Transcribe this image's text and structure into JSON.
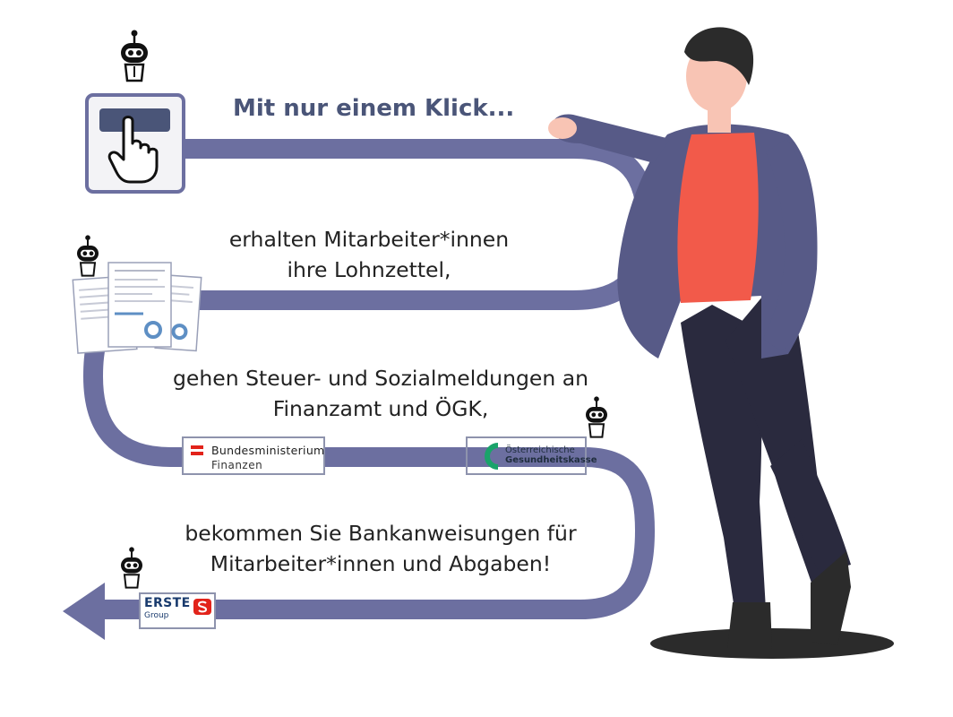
{
  "steps": {
    "intro": "Mit nur einem Klick...",
    "payslips_line1": "erhalten Mitarbeiter*innen",
    "payslips_line2": "ihre Lohnzettel,",
    "reports_line1": "gehen Steuer- und Sozialmeldungen an",
    "reports_line2": "Finanzamt und ÖGK,",
    "bank_line1": "bekommen Sie Bankanweisungen für",
    "bank_line2": "Mitarbeiter*innen und Abgaben!"
  },
  "logos": {
    "bmf_name": "Bundesministerium",
    "bmf_sub": "Finanzen",
    "ogk_line1": "Österreichische",
    "ogk_line2": "Gesundheitskasse",
    "erste_name": "ERSTE",
    "erste_sub": "Group"
  },
  "icons": {
    "robot": "robot-icon",
    "click": "hand-pointer-icon",
    "documents": "payslip-documents-icon",
    "arrow": "arrow-left-icon"
  },
  "colors": {
    "path": "#6c6fa0",
    "path_light": "#8487b6",
    "title": "#4a5578",
    "jacket": "#575a87",
    "shirt": "#f25a4a",
    "pants": "#2a2a3e",
    "skin": "#f8c4b4",
    "hair": "#2b2b2b",
    "shadow": "#2b2b2b"
  }
}
